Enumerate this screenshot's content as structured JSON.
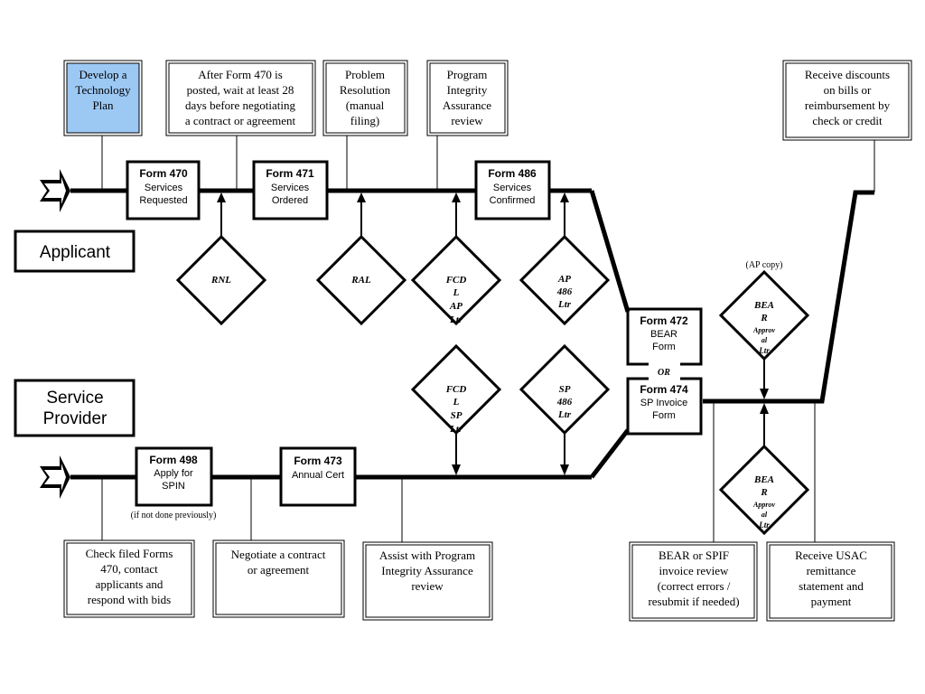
{
  "lanes": {
    "applicant": "Applicant",
    "service_provider": [
      "Service",
      "Provider"
    ]
  },
  "notes": {
    "develop_plan": [
      "Develop a",
      "Technology",
      "Plan"
    ],
    "wait_28_days": [
      "After Form 470 is",
      "posted, wait at least 28",
      "days before negotiating",
      "a contract or agreement"
    ],
    "problem_resolution": [
      "Problem",
      "Resolution",
      "(manual",
      "filing)"
    ],
    "pia_review": [
      "Program",
      "Integrity",
      "Assurance",
      "review"
    ],
    "receive_discounts": [
      "Receive discounts",
      "on bills or",
      "reimbursement by",
      "check or credit"
    ],
    "check_forms_470": [
      "Check filed Forms",
      "470, contact",
      "applicants and",
      "respond with bids"
    ],
    "negotiate_contract": [
      "Negotiate a contract",
      "or agreement"
    ],
    "assist_pia": [
      "Assist with Program",
      "Integrity Assurance",
      "review"
    ],
    "bear_spif_review": [
      "BEAR or SPIF",
      "invoice review",
      "(correct errors /",
      "resubmit if needed)"
    ],
    "receive_usac": [
      "Receive USAC",
      "remittance",
      "statement and",
      "payment"
    ]
  },
  "forms": {
    "f470": {
      "title": "Form 470",
      "lines": [
        "Services",
        "Requested"
      ]
    },
    "f471": {
      "title": "Form 471",
      "lines": [
        "Services",
        "Ordered"
      ]
    },
    "f486": {
      "title": "Form 486",
      "lines": [
        "Services",
        "Confirmed"
      ]
    },
    "f472": {
      "title": "Form 472",
      "lines": [
        "BEAR",
        "Form"
      ]
    },
    "f474": {
      "title": "Form 474",
      "lines": [
        "SP Invoice",
        "Form"
      ]
    },
    "f498": {
      "title": "Form 498",
      "lines": [
        "Apply for",
        "SPIN"
      ]
    },
    "f473": {
      "title": "Form 473",
      "lines": [
        "Annual Cert"
      ]
    }
  },
  "or_label": "OR",
  "spin_note": "(if not done previously)",
  "ap_copy": "(AP copy)",
  "diamonds": {
    "rnl": [
      "RNL"
    ],
    "ral": [
      "RAL"
    ],
    "fcdl_ap": [
      "FCD",
      "L",
      "AP",
      "Ltr"
    ],
    "ap486": [
      "AP",
      "486",
      "Ltr"
    ],
    "fcdl_sp": [
      "FCD",
      "L",
      "SP",
      "Ltr"
    ],
    "sp486": [
      "SP",
      "486",
      "Ltr"
    ],
    "bear_ap": [
      "BEA",
      "R",
      "Approv",
      "al",
      "Ltr"
    ],
    "bear_sp": [
      "BEA",
      "R",
      "Approv",
      "al",
      "Ltr"
    ]
  }
}
